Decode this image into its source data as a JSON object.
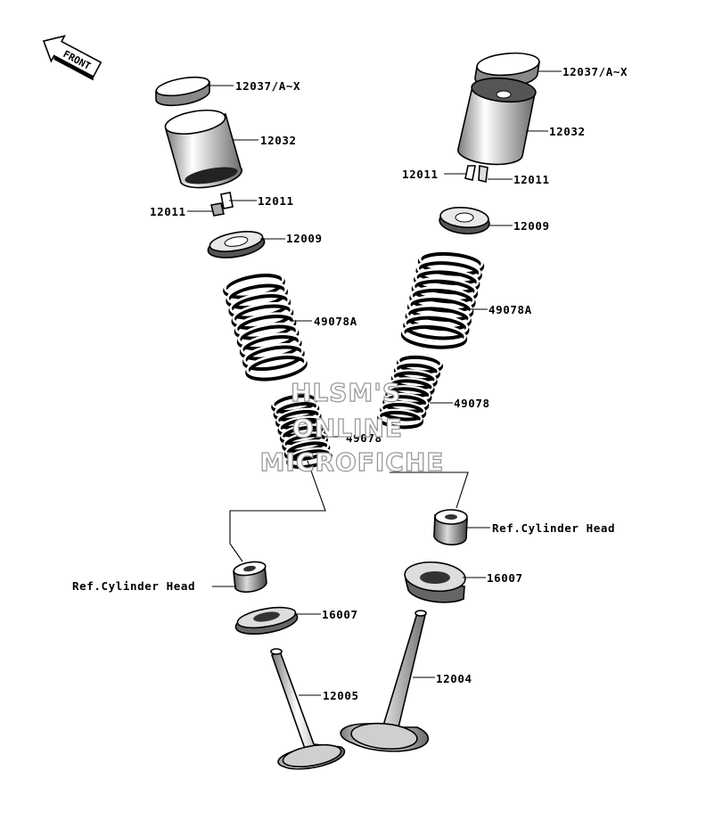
{
  "front_arrow": {
    "text": "FRONT"
  },
  "labels": {
    "left_shim": "12037/A~X",
    "left_tappet": "12032",
    "left_keeper_right": "12011",
    "left_keeper_left": "12011",
    "left_retainer": "12009",
    "left_outer_spring": "49078A",
    "left_inner_spring": "49078",
    "left_seal_ref": "Ref.Cylinder Head",
    "left_seat": "16007",
    "left_valve": "12005",
    "right_shim": "12037/A~X",
    "right_tappet": "12032",
    "right_keeper_left": "12011",
    "right_keeper_right": "12011",
    "right_retainer": "12009",
    "right_outer_spring": "49078A",
    "right_inner_spring": "49078",
    "right_seal_ref": "Ref.Cylinder Head",
    "right_seat": "16007",
    "right_valve": "12004"
  },
  "watermark": {
    "line1": "HLSM'S",
    "line2": "ONLINE",
    "line3": "MICROFICHE"
  }
}
